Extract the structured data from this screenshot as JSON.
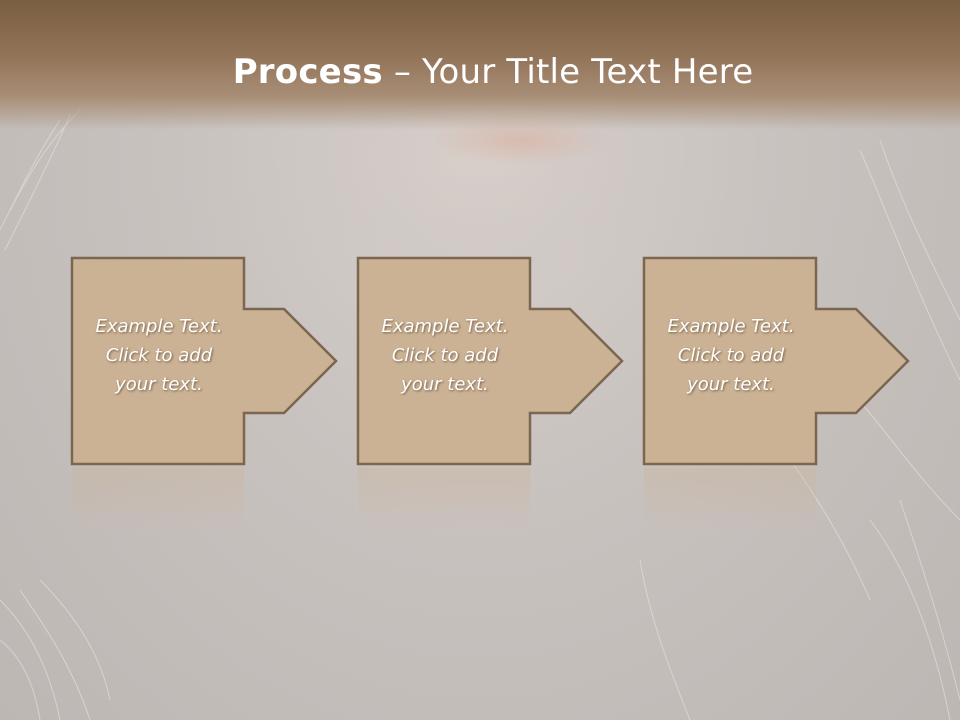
{
  "slide": {
    "title_bold": "Process",
    "title_rest": " – Your Title Text Here"
  },
  "colors": {
    "header_dark": "#7a5e42",
    "box_fill": "#ccb294",
    "box_stroke": "#7b6651",
    "text": "#ffffff"
  },
  "steps": [
    {
      "line1": "Example Text.",
      "line2": "Click  to add",
      "line3": "your text."
    },
    {
      "line1": "Example Text.",
      "line2": "Click  to add",
      "line3": "your text."
    },
    {
      "line1": "Example Text.",
      "line2": "Click  to add",
      "line3": "your text."
    }
  ]
}
